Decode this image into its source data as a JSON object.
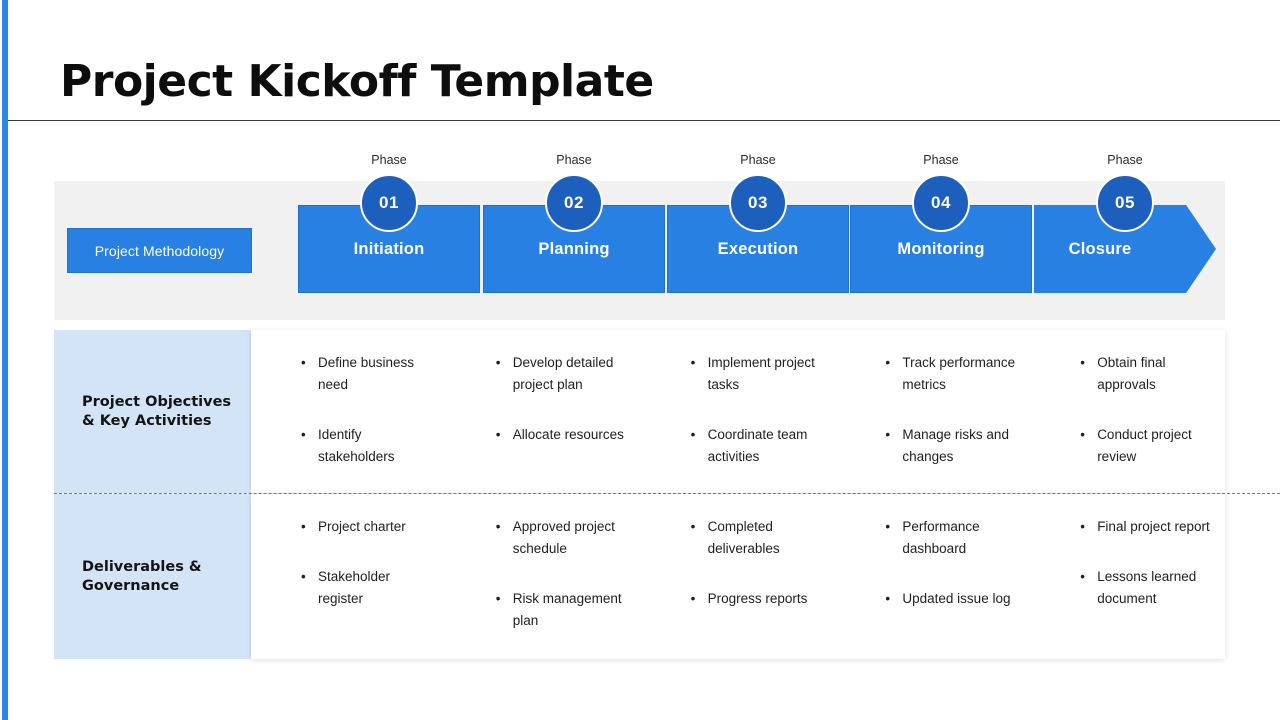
{
  "slide": {
    "title": "Project Kickoff Template",
    "accent_color": "#2e86e4",
    "phase_box_color": "#2980e3",
    "badge_color": "#1c5fbd",
    "row_label_color": "#d4e4f7",
    "band_color": "#f1f1f1"
  },
  "methodology": {
    "label": "Project Methodology"
  },
  "phases": [
    {
      "phase_label": "Phase",
      "number": "01",
      "name": "Initiation"
    },
    {
      "phase_label": "Phase",
      "number": "02",
      "name": "Planning"
    },
    {
      "phase_label": "Phase",
      "number": "03",
      "name": "Execution"
    },
    {
      "phase_label": "Phase",
      "number": "04",
      "name": "Monitoring"
    },
    {
      "phase_label": "Phase",
      "number": "05",
      "name": "Closure"
    }
  ],
  "rows": [
    {
      "label": "Project Objectives\n& Key Activities",
      "columns": [
        {
          "items": [
            "Define business need",
            "Identify stakeholders"
          ]
        },
        {
          "items": [
            "Develop detailed project plan",
            "Allocate resources"
          ]
        },
        {
          "items": [
            "Implement project tasks",
            "Coordinate team activities"
          ]
        },
        {
          "items": [
            "Track performance metrics",
            "Manage risks and changes"
          ]
        },
        {
          "items": [
            "Obtain final approvals",
            "Conduct project review"
          ]
        }
      ]
    },
    {
      "label": "Deliverables &\nGovernance",
      "columns": [
        {
          "items": [
            "Project charter",
            "Stakeholder register"
          ]
        },
        {
          "items": [
            "Approved project schedule",
            "Risk management plan"
          ]
        },
        {
          "items": [
            "Completed deliverables",
            "Progress reports"
          ]
        },
        {
          "items": [
            "Performance dashboard",
            "Updated issue log"
          ]
        },
        {
          "items": [
            "Final project report",
            "Lessons learned document"
          ]
        }
      ]
    }
  ]
}
